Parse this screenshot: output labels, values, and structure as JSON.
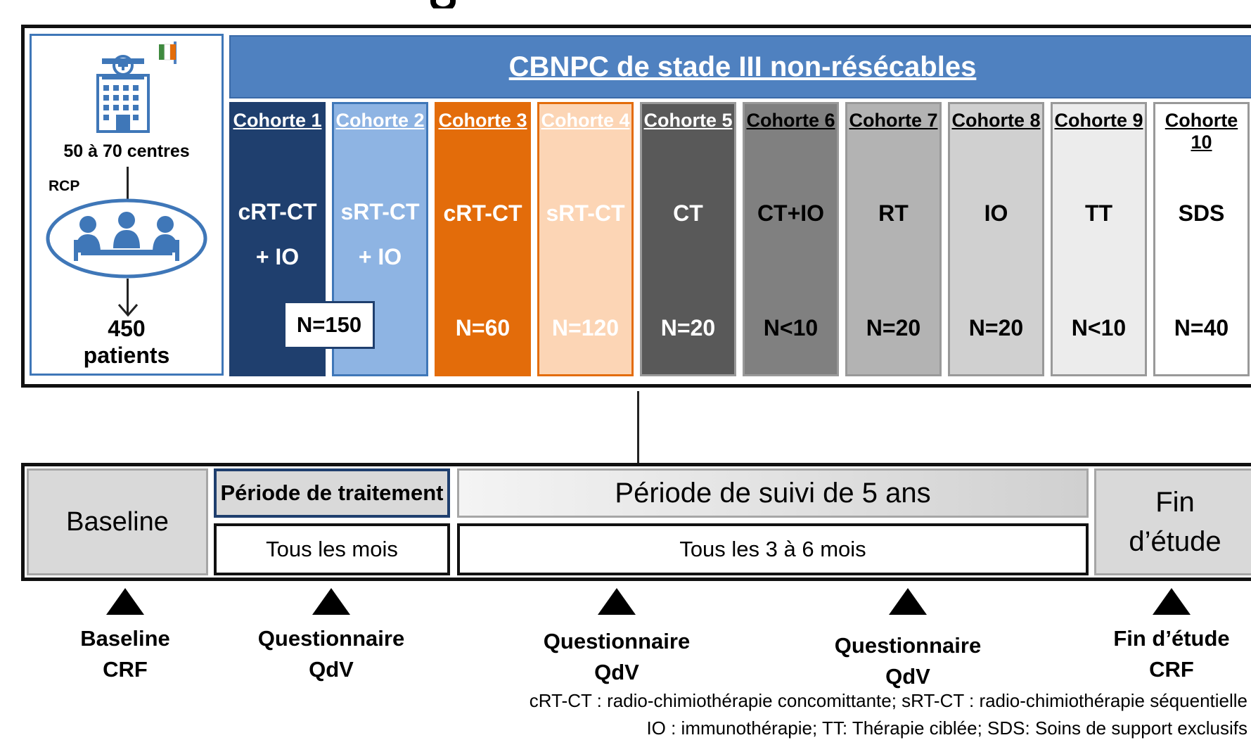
{
  "population": {
    "centers": "50 à 70 centres",
    "rcp": "RCP",
    "patients_count": "450",
    "patients_label": "patients"
  },
  "design_title": "CBNPC de stade III non-résécables",
  "cohorts": [
    {
      "name": "Cohorte 1",
      "line1": "cRT-CT",
      "line2": "+ IO",
      "n": "",
      "bg": "#1f3f6e",
      "fg": "#ffffff"
    },
    {
      "name": "Cohorte 2",
      "line1": "sRT-CT",
      "line2": "+ IO",
      "n": "",
      "bg": "#8eb4e3",
      "fg": "#ffffff"
    },
    {
      "name": "Cohorte 3",
      "line1": "cRT-CT",
      "line2": "",
      "n": "N=60",
      "bg": "#e36c0a",
      "fg": "#ffffff"
    },
    {
      "name": "Cohorte 4",
      "line1": "sRT-CT",
      "line2": "",
      "n": "N=120",
      "bg": "#fcd5b5",
      "fg": "#ffffff"
    },
    {
      "name": "Cohorte 5",
      "line1": "CT",
      "line2": "",
      "n": "N=20",
      "bg": "#595959",
      "fg": "#ffffff"
    },
    {
      "name": "Cohorte 6",
      "line1": "CT+IO",
      "line2": "",
      "n": "N<10",
      "bg": "#808080",
      "fg": "#000000"
    },
    {
      "name": "Cohorte 7",
      "line1": "RT",
      "line2": "",
      "n": "N=20",
      "bg": "#b3b3b3",
      "fg": "#000000"
    },
    {
      "name": "Cohorte 8",
      "line1": "IO",
      "line2": "",
      "n": "N=20",
      "bg": "#d0d0d0",
      "fg": "#000000"
    },
    {
      "name": "Cohorte 9",
      "line1": "TT",
      "line2": "",
      "n": "N<10",
      "bg": "#ececec",
      "fg": "#000000"
    },
    {
      "name": "Cohorte 10",
      "line1": "SDS",
      "line2": "",
      "n": "N=40",
      "bg": "#ffffff",
      "fg": "#000000"
    }
  ],
  "shared_n": "N=150",
  "timeline": {
    "baseline": "Baseline",
    "treatment_period": "Période de traitement",
    "treatment_frequency": "Tous les mois",
    "followup_period": "Période de suivi de 5 ans",
    "followup_frequency": "Tous les 3 à 6 mois",
    "end_line1": "Fin",
    "end_line2": "d’étude"
  },
  "milestones": [
    {
      "line1": "Baseline",
      "line2": "CRF"
    },
    {
      "line1": "Questionnaire",
      "line2": "QdV"
    },
    {
      "line1": "Questionnaire",
      "line2": "QdV"
    },
    {
      "line1": "Questionnaire",
      "line2": "QdV"
    },
    {
      "line1": "Fin d’étude",
      "line2": "CRF"
    }
  ],
  "legend": {
    "line1": "cRT-CT : radio-chimiothérapie concomittante; sRT-CT : radio-chimiothérapie séquentielle",
    "line2": "IO : immunothérapie; TT: Thérapie ciblée; SDS: Soins de support exclusifs"
  },
  "colors": {
    "accent_blue": "#4f81c0",
    "frame": "#111111"
  }
}
